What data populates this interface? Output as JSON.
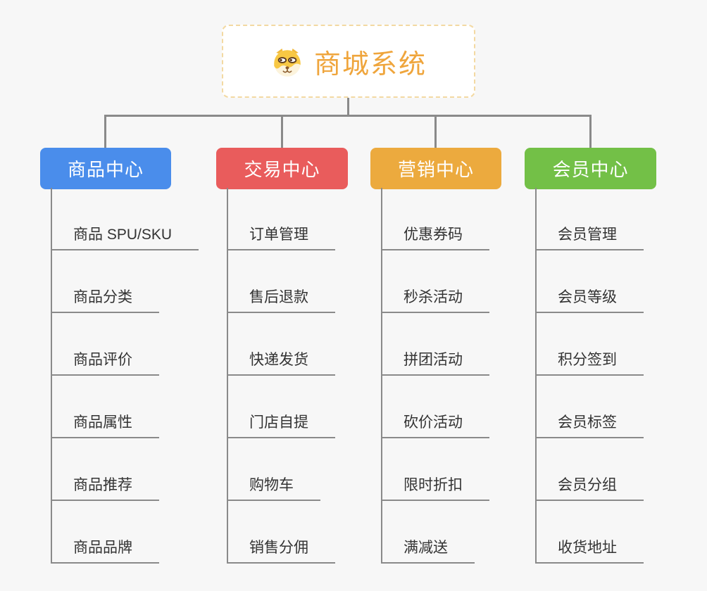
{
  "app": {
    "background": "#f7f7f7",
    "connector_color": "#8a8a8a",
    "child_text_color": "#333333"
  },
  "root": {
    "title": "商城系统",
    "title_color": "#efa53c",
    "border_color": "#f3d9a2",
    "fill": "#ffffff",
    "icon": "dog-face-icon"
  },
  "branches": [
    {
      "label": "商品中心",
      "color": "#4a8deb",
      "children": [
        "商品 SPU/SKU",
        "商品分类",
        "商品评价",
        "商品属性",
        "商品推荐",
        "商品品牌"
      ]
    },
    {
      "label": "交易中心",
      "color": "#e95c5c",
      "children": [
        "订单管理",
        "售后退款",
        "快递发货",
        "门店自提",
        "购物车",
        "销售分佣"
      ]
    },
    {
      "label": "营销中心",
      "color": "#ecaa3e",
      "children": [
        "优惠券码",
        "秒杀活动",
        "拼团活动",
        "砍价活动",
        "限时折扣",
        "满减送"
      ]
    },
    {
      "label": "会员中心",
      "color": "#73c047",
      "children": [
        "会员管理",
        "会员等级",
        "积分签到",
        "会员标签",
        "会员分组",
        "收货地址"
      ]
    }
  ]
}
